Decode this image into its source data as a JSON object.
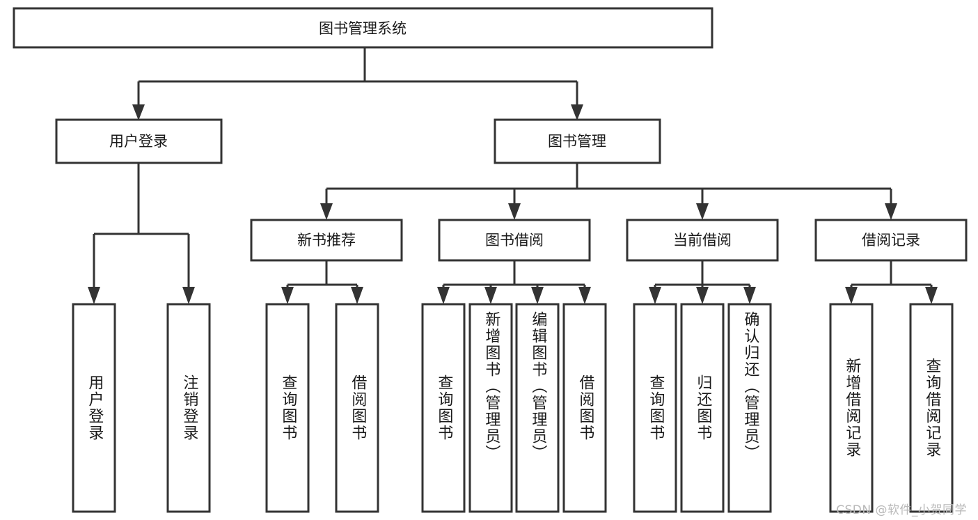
{
  "diagram": {
    "type": "tree-hierarchy-chart",
    "title": "图书管理系统",
    "colors": {
      "box_stroke": "#333333",
      "box_fill": "#ffffff",
      "text": "#1a1a1a",
      "background": "#ffffff",
      "watermark": "#b9b9b9"
    },
    "levels": {
      "root": {
        "label": "图书管理系统"
      },
      "level2": [
        {
          "id": "user-login",
          "label": "用户登录"
        },
        {
          "id": "book-management",
          "label": "图书管理"
        }
      ],
      "level3": [
        {
          "id": "new-book-recommend",
          "label": "新书推荐",
          "parent": "book-management"
        },
        {
          "id": "book-borrow",
          "label": "图书借阅",
          "parent": "book-management"
        },
        {
          "id": "current-borrow",
          "label": "当前借阅",
          "parent": "book-management"
        },
        {
          "id": "borrow-record",
          "label": "借阅记录",
          "parent": "book-management"
        }
      ],
      "leaves": [
        {
          "id": "leaf-user-login",
          "label": "用户登录",
          "parent": "user-login"
        },
        {
          "id": "leaf-logout-login",
          "label": "注销登录",
          "parent": "user-login"
        },
        {
          "id": "leaf-query-book-1",
          "label": "查询图书",
          "parent": "new-book-recommend"
        },
        {
          "id": "leaf-borrow-book-1",
          "label": "借阅图书",
          "parent": "new-book-recommend"
        },
        {
          "id": "leaf-query-book-2",
          "label": "查询图书",
          "parent": "book-borrow"
        },
        {
          "id": "leaf-add-book",
          "label": "新增图书（管理员）",
          "parent": "book-borrow"
        },
        {
          "id": "leaf-edit-book",
          "label": "编辑图书（管理员）",
          "parent": "book-borrow"
        },
        {
          "id": "leaf-borrow-book-2",
          "label": "借阅图书",
          "parent": "book-borrow"
        },
        {
          "id": "leaf-query-book-3",
          "label": "查询图书",
          "parent": "current-borrow"
        },
        {
          "id": "leaf-return-book",
          "label": "归还图书",
          "parent": "current-borrow"
        },
        {
          "id": "leaf-confirm-return",
          "label": "确认归还（管理员）",
          "parent": "current-borrow"
        },
        {
          "id": "leaf-add-record",
          "label": "新增借阅记录",
          "parent": "borrow-record"
        },
        {
          "id": "leaf-query-record",
          "label": "查询借阅记录",
          "parent": "borrow-record"
        }
      ]
    }
  },
  "watermark": {
    "text": "CSDN @软件_小贺同学"
  }
}
